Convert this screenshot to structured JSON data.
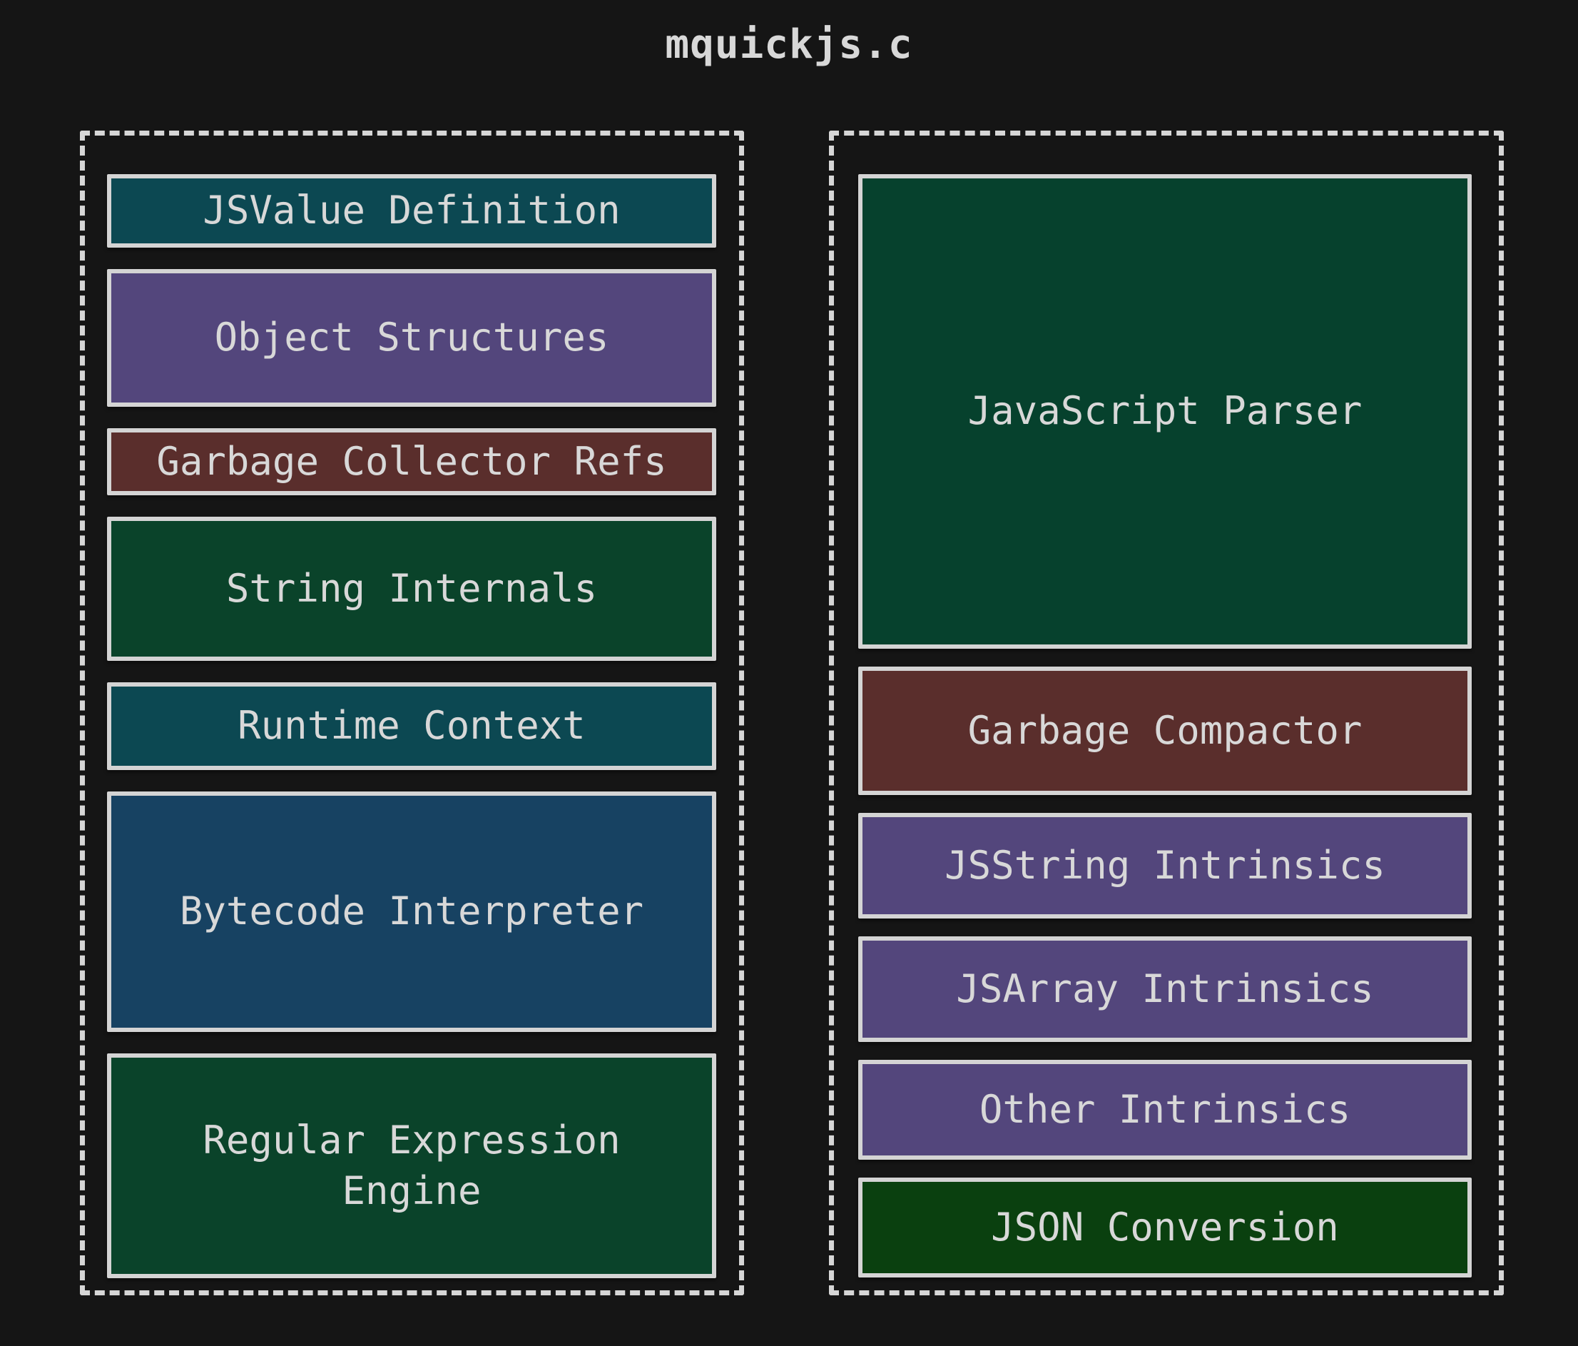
{
  "title": "mquickjs.c",
  "colors": {
    "background": "#151515",
    "text": "#d8d8d8",
    "frame_dash_border": "#d6d6d6",
    "block_border": "#d4d4d4",
    "teal": "#0c4852",
    "purple": "#53467c",
    "maroon": "#5a2e2c",
    "green": "#0a432a",
    "parser_green": "#06412d",
    "navy": "#174262",
    "json_green": "#0a400f"
  },
  "left_column": {
    "blocks": [
      {
        "label": "JSValue Definition",
        "color": "#0c4852"
      },
      {
        "label": "Object Structures",
        "color": "#53467c"
      },
      {
        "label": "Garbage Collector Refs",
        "color": "#5a2e2c"
      },
      {
        "label": "String Internals",
        "color": "#0a432a"
      },
      {
        "label": "Runtime Context",
        "color": "#0c4852"
      },
      {
        "label": "Bytecode Interpreter",
        "color": "#174262"
      },
      {
        "label": "Regular Expression\nEngine",
        "color": "#0a432a"
      }
    ]
  },
  "right_column": {
    "blocks": [
      {
        "label": "JavaScript Parser",
        "color": "#06412d"
      },
      {
        "label": "Garbage Compactor",
        "color": "#5a2e2c"
      },
      {
        "label": "JSString Intrinsics",
        "color": "#53467c"
      },
      {
        "label": "JSArray Intrinsics",
        "color": "#53467c"
      },
      {
        "label": "Other Intrinsics",
        "color": "#53467c"
      },
      {
        "label": "JSON Conversion",
        "color": "#0a400f"
      }
    ]
  }
}
